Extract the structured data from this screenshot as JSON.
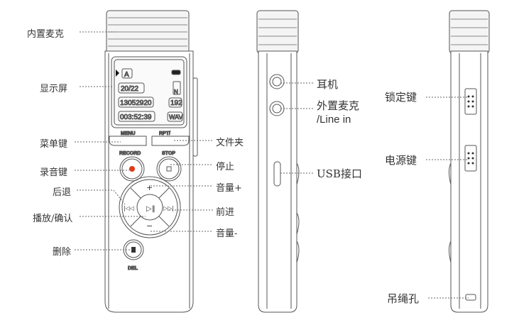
{
  "front_labels_left": {
    "mic": "内置麦克",
    "screen": "显示屏",
    "menu_key": "菜单键",
    "record_key": "录音键",
    "back": "后退",
    "play_confirm": "播放/确认",
    "delete": "删除"
  },
  "front_labels_right": {
    "folder": "文件夹",
    "stop": "停止",
    "vol_up": "音量+",
    "forward": "前进",
    "vol_down": "音量-"
  },
  "side_labels": {
    "earphone": "耳机",
    "ext_mic": "外置麦克",
    "line_in": "/Line in",
    "usb": "USB接口"
  },
  "back_labels": {
    "lock": "锁定键",
    "power": "电源键",
    "lanyard": "吊绳孔"
  },
  "device": {
    "screen": {
      "mode": "A",
      "track": "20/22",
      "date": "13052920",
      "time": "003:52:39",
      "bitrate": "192",
      "format": "WAV",
      "folder_indicator": "N"
    },
    "buttons": {
      "menu": "MENU",
      "rpt": "RPT/",
      "record": "RECORD",
      "stop": "STOP",
      "del": "DEL"
    },
    "record_color": "#e03a1a"
  }
}
